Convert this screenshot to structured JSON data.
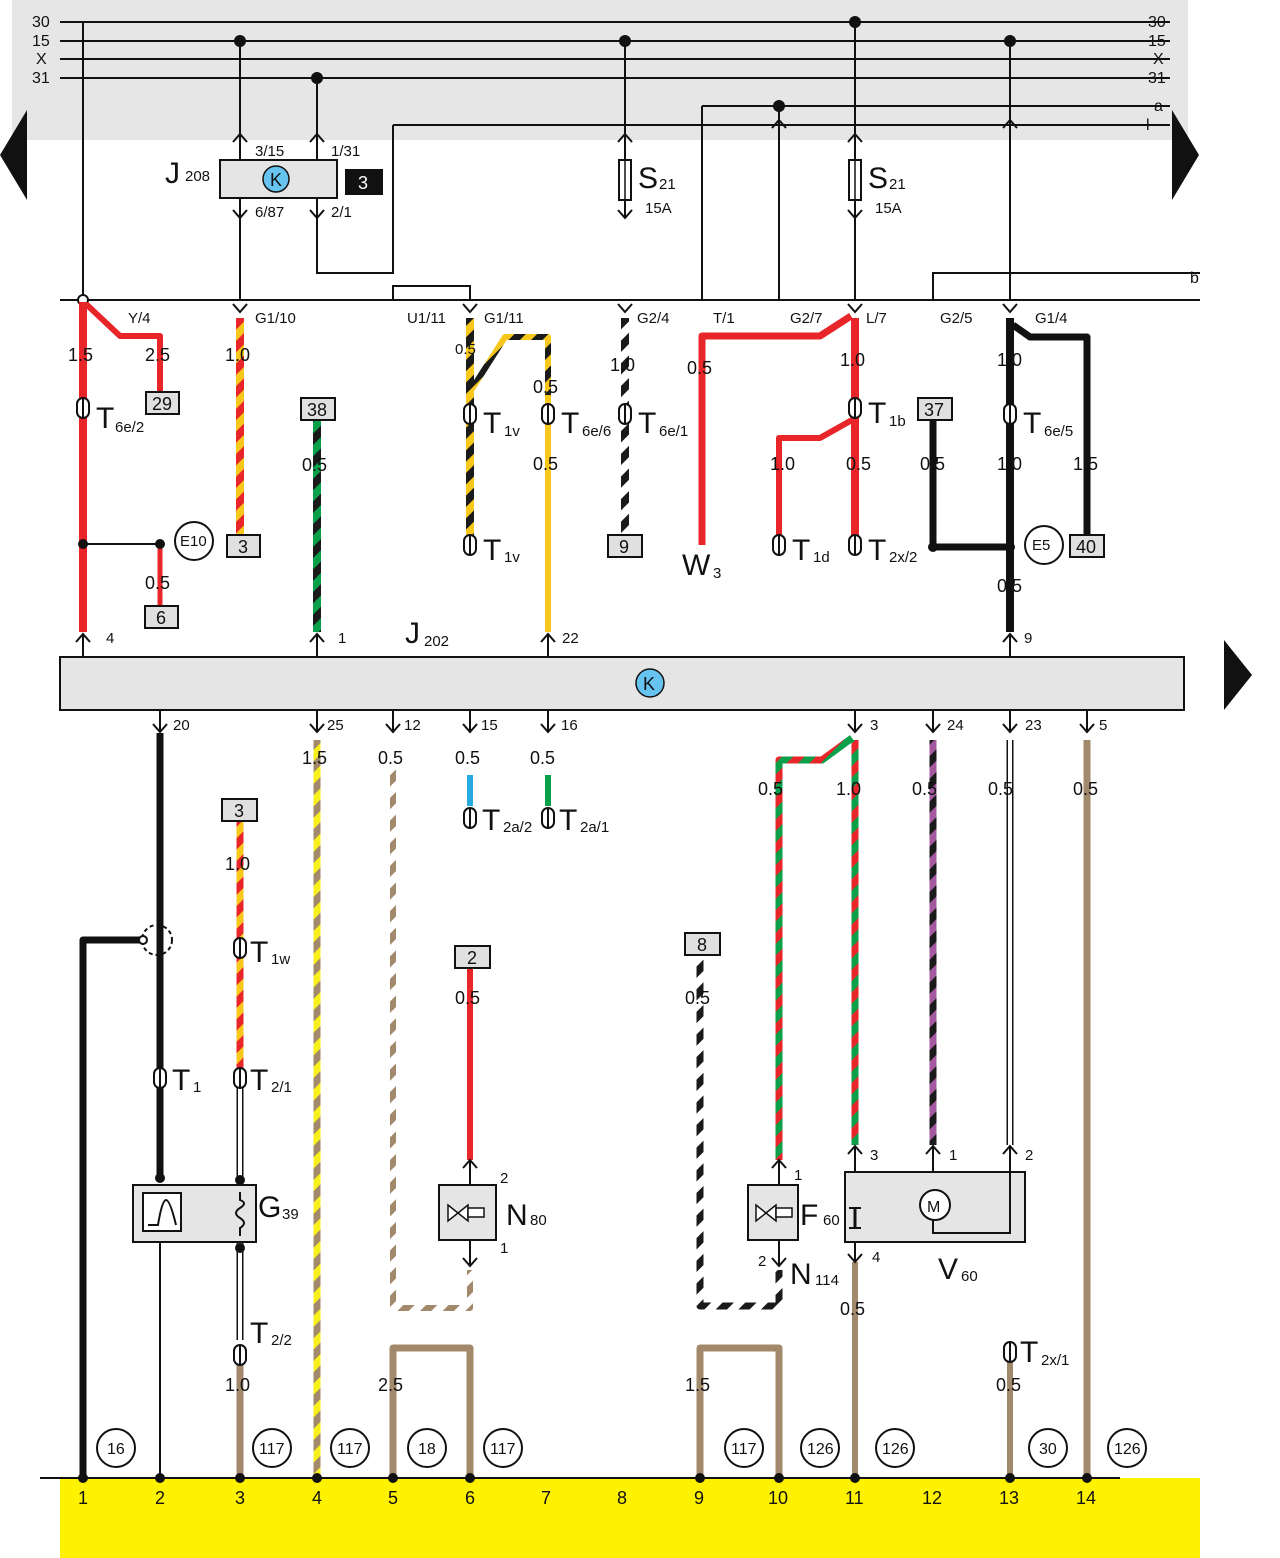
{
  "colors": {
    "bus_band": "#e6e6e6",
    "ground_bar": "#fff200",
    "red": "#e8262a",
    "yellow": "#f7c71c",
    "green": "#0aa04a",
    "black": "#1a1a1a",
    "brown": "#a3896b",
    "blue": "#27a9e1",
    "violet": "#a358a0",
    "white": "#ffffff",
    "component_fill": "#e5e5e5",
    "relay_icon": "#67c3f0",
    "ref_box_fill": "#e0e0e0",
    "black_box_fill": "#111111"
  },
  "bus": {
    "left_labels": [
      "30",
      "15",
      "X",
      "31"
    ],
    "right_labels": [
      "30",
      "15",
      "X",
      "31",
      "a",
      "l"
    ],
    "b_label": "b",
    "nav_left_icon": "arrow-left-icon",
    "nav_right_icon": "arrow-right-icon"
  },
  "components": {
    "j208": {
      "name": "J",
      "sub": "208",
      "pin_in_1": "3/15",
      "pin_in_2": "1/31",
      "pin_out_1": "6/87",
      "pin_out_2": "2/1",
      "box_ref": "3",
      "icon_letter": "K"
    },
    "s21_a": {
      "name": "S",
      "sub": "21",
      "rating": "15A"
    },
    "s21_b": {
      "name": "S",
      "sub": "21",
      "rating": "15A"
    },
    "j202": {
      "name": "J",
      "sub": "202",
      "icon_letter": "K"
    },
    "g39": {
      "name": "G",
      "sub": "39"
    },
    "n80": {
      "name": "N",
      "sub": "80",
      "pin_top": "2",
      "pin_bottom": "1"
    },
    "f60": {
      "name": "F",
      "sub": "60",
      "pin_top": "1",
      "pin_bottom": "2"
    },
    "n114": {
      "name": "N",
      "sub": "114"
    },
    "v60": {
      "name": "V",
      "sub": "60",
      "motor_letter": "M",
      "pin_1": "1",
      "pin_2": "2",
      "pin_3": "3",
      "pin_4": "4"
    },
    "w3": {
      "name": "W",
      "sub": "3"
    },
    "e10": {
      "label": "E10"
    },
    "e5": {
      "label": "E5"
    }
  },
  "harness": {
    "connectors": [
      "Y/4",
      "G1/10",
      "U1/11",
      "G1/11",
      "G2/4",
      "T/1",
      "G2/7",
      "L/7",
      "G2/5",
      "G1/4"
    ]
  },
  "gauges_upper": {
    "g1": "1.5",
    "g2": "2.5",
    "g3": "1.0",
    "g4": "0.5",
    "g5": "0.5",
    "g6": "0.5",
    "g7": "0.5",
    "g8": "1.0",
    "g9": "0.5",
    "g10": "1.0",
    "g11": "1.0",
    "g12": "0.5",
    "g13": "0.5",
    "g14": "1.0",
    "g15": "1.0",
    "g16": "1.5",
    "g17": "0.5",
    "g18": "0.5"
  },
  "connectors_upper": {
    "t6e2": {
      "name": "T",
      "sub": "6e/2"
    },
    "t1v_a": {
      "name": "T",
      "sub": "1v"
    },
    "t1v_b": {
      "name": "T",
      "sub": "1v"
    },
    "t6e6": {
      "name": "T",
      "sub": "6e/6"
    },
    "t6e1": {
      "name": "T",
      "sub": "6e/1"
    },
    "t1b": {
      "name": "T",
      "sub": "1b"
    },
    "t1d": {
      "name": "T",
      "sub": "1d"
    },
    "t2x2": {
      "name": "T",
      "sub": "2x/2"
    },
    "t6e5": {
      "name": "T",
      "sub": "6e/5"
    }
  },
  "ref_boxes_upper": {
    "r29": "29",
    "r38": "38",
    "r37": "37",
    "r3": "3",
    "r6": "6",
    "r9": "9",
    "r40": "40"
  },
  "j202_pins_top": [
    "4",
    "1",
    "22",
    "9"
  ],
  "j202_pins_bottom": [
    "20",
    "25",
    "12",
    "15",
    "16",
    "3",
    "24",
    "23",
    "5"
  ],
  "gauges_lower": {
    "l25": "1.5",
    "l12": "0.5",
    "l15": "0.5",
    "l16": "0.5",
    "l3a": "0.5",
    "l3b": "1.0",
    "l24": "0.5",
    "l23": "0.5",
    "l5": "0.5",
    "lr3": "1.0",
    "ln80": "0.5",
    "lf60": "0.5",
    "lt22": "1.0",
    "l5b": "2.5",
    "l9b": "1.5",
    "lv4": "0.5",
    "lt2x1": "0.5"
  },
  "connectors_lower": {
    "t2a2": {
      "name": "T",
      "sub": "2a/2"
    },
    "t2a1": {
      "name": "T",
      "sub": "2a/1"
    },
    "t1w": {
      "name": "T",
      "sub": "1w"
    },
    "t1": {
      "name": "T",
      "sub": "1"
    },
    "t21": {
      "name": "T",
      "sub": "2/1"
    },
    "t22": {
      "name": "T",
      "sub": "2/2"
    },
    "t2x1": {
      "name": "T",
      "sub": "2x/1"
    }
  },
  "ref_boxes_lower": {
    "r3": "3",
    "r2": "2",
    "r8": "8"
  },
  "ground_refs": [
    "16",
    "117",
    "117",
    "18",
    "117",
    "117",
    "126",
    "126",
    "30",
    "126"
  ],
  "positions": [
    "1",
    "2",
    "3",
    "4",
    "5",
    "6",
    "7",
    "8",
    "9",
    "10",
    "11",
    "12",
    "13",
    "14"
  ]
}
